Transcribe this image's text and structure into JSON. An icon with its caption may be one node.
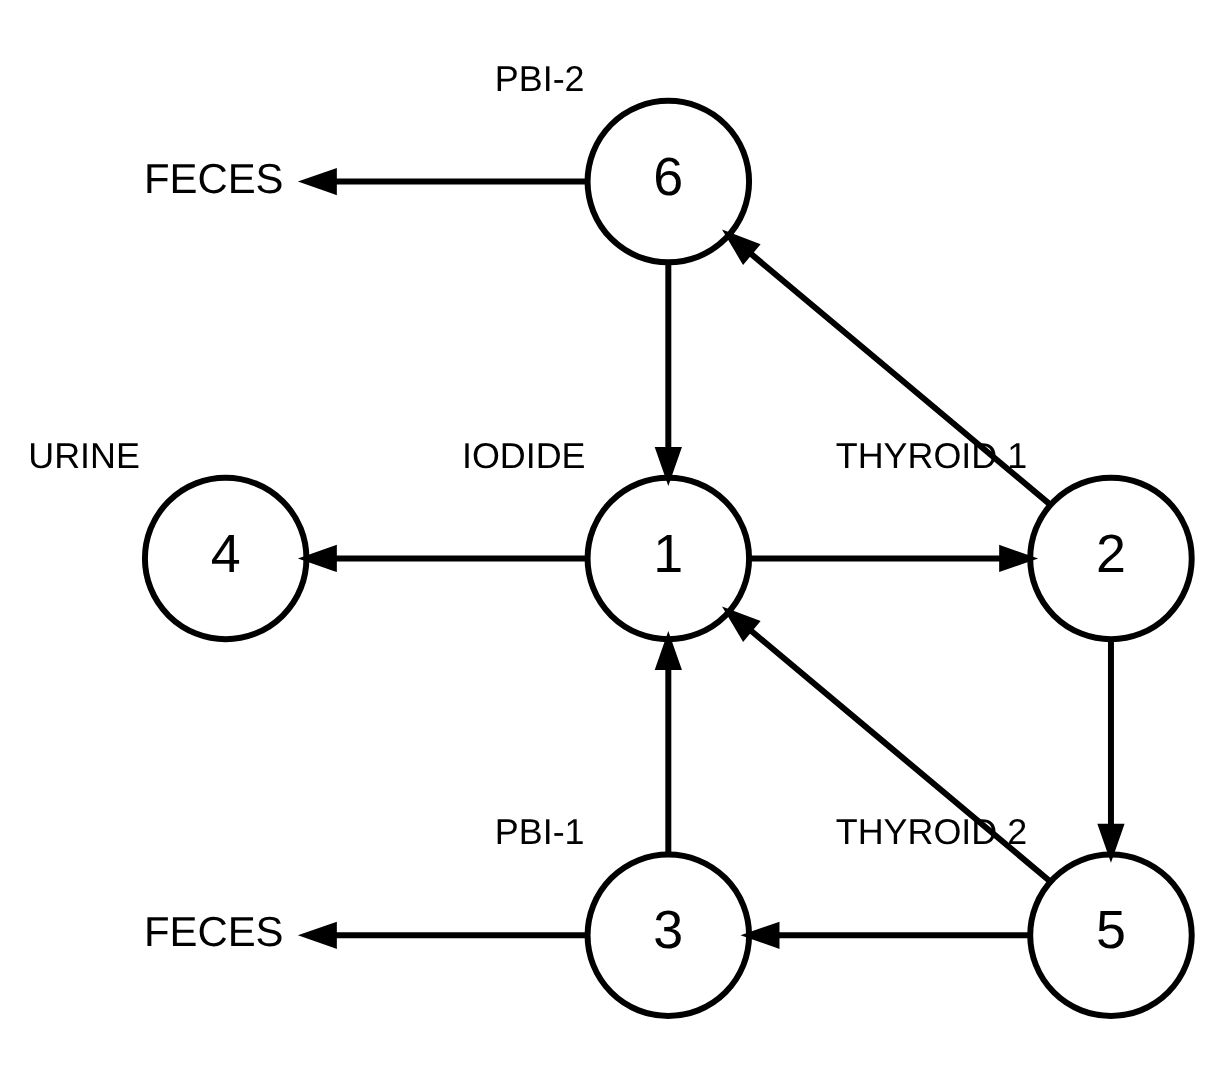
{
  "diagram": {
    "nodes": [
      {
        "text": [
          "6"
        ],
        "beside": [
          "PBI-2"
        ]
      },
      {
        "text": [
          "FECES"
        ]
      },
      {
        "text": [
          "4"
        ],
        "beside": [
          "URINE"
        ]
      },
      {
        "text": [
          "1"
        ],
        "beside": [
          "IODIDE"
        ]
      },
      {
        "text": [
          "2"
        ],
        "beside": [
          "THYROID 1"
        ]
      },
      {
        "text": [
          "3"
        ],
        "beside": [
          "PBI-1"
        ]
      },
      {
        "text": [
          "FECES"
        ]
      },
      {
        "text": [
          "5"
        ],
        "beside": [
          "THYROID 2"
        ]
      }
    ],
    "edges": [
      {
        "from": 0,
        "to": 1,
        "arrow": "to"
      },
      {
        "from": 0,
        "to": 3,
        "arrow": "to"
      },
      {
        "from": 4,
        "to": 0,
        "arrow": "to"
      },
      {
        "from": 3,
        "to": 2,
        "arrow": "to"
      },
      {
        "from": 3,
        "to": 4,
        "arrow": "to"
      },
      {
        "from": 4,
        "to": 7,
        "arrow": "to"
      },
      {
        "from": 7,
        "to": 3,
        "arrow": "to"
      },
      {
        "from": 7,
        "to": 5,
        "arrow": "to"
      },
      {
        "from": 5,
        "to": 3,
        "arrow": "to"
      },
      {
        "from": 5,
        "to": 6,
        "arrow": "to"
      }
    ]
  }
}
